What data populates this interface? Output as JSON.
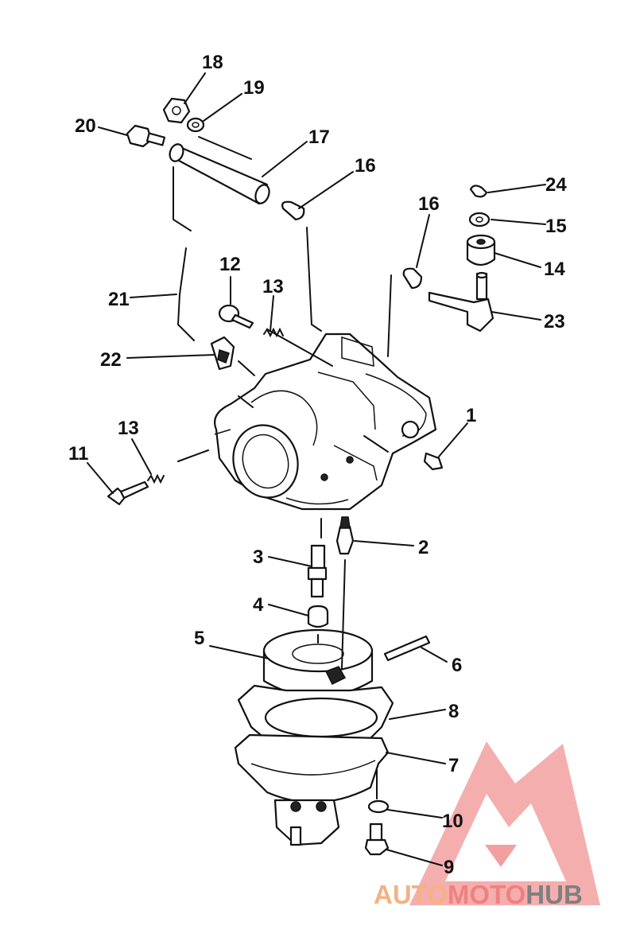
{
  "callouts": {
    "c1": "1",
    "c2": "2",
    "c3": "3",
    "c4": "4",
    "c5": "5",
    "c6": "6",
    "c7": "7",
    "c8": "8",
    "c9": "9",
    "c10": "10",
    "c11": "11",
    "c12": "12",
    "c13a": "13",
    "c13b": "13",
    "c14": "14",
    "c15": "15",
    "c16a": "16",
    "c16b": "16",
    "c17": "17",
    "c18": "18",
    "c19": "19",
    "c20": "20",
    "c21": "21",
    "c22": "22",
    "c23": "23",
    "c24": "24"
  },
  "watermark": {
    "part1": "AUTO",
    "part2": "MOTO",
    "part3": "HUB",
    "colors": {
      "auto": "#f4b183",
      "moto": "#f08080",
      "hub": "#7f7f7f",
      "logo": "#f08080"
    }
  }
}
